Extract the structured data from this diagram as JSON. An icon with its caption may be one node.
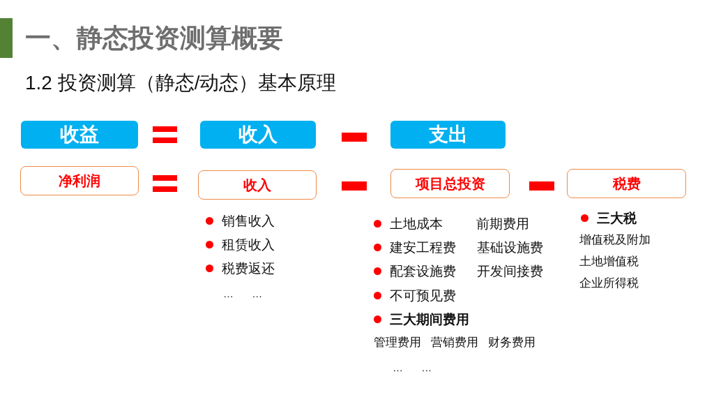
{
  "diagram": {
    "title": "一、静态投资测算概要",
    "nodes": [
      {
        "text": [
          "收益"
        ]
      },
      {
        "text": [
          "收入"
        ]
      },
      {
        "text": [
          "支出"
        ]
      },
      {
        "text": [
          "净利润"
        ]
      },
      {
        "text": [
          "收入"
        ],
        "beside": [
          "销售收入",
          "租赁收入",
          "税费返还",
          "… …"
        ]
      },
      {
        "text": [
          "项目总投资"
        ],
        "beside": [
          "土地成本",
          "前期费用",
          "建安工程费",
          "基础设施费",
          "配套设施费",
          "开发间接费",
          "不可预见费",
          "三大期间费用",
          "管理费用",
          "营销费用",
          "财务费用",
          "… …"
        ]
      },
      {
        "text": [
          "税费"
        ],
        "beside": [
          "三大税",
          "增值税及附加",
          "土地增值税",
          "企业所得税"
        ]
      }
    ],
    "labels": [
      "1.2 投资测算（静态/动态）基本原理"
    ]
  }
}
